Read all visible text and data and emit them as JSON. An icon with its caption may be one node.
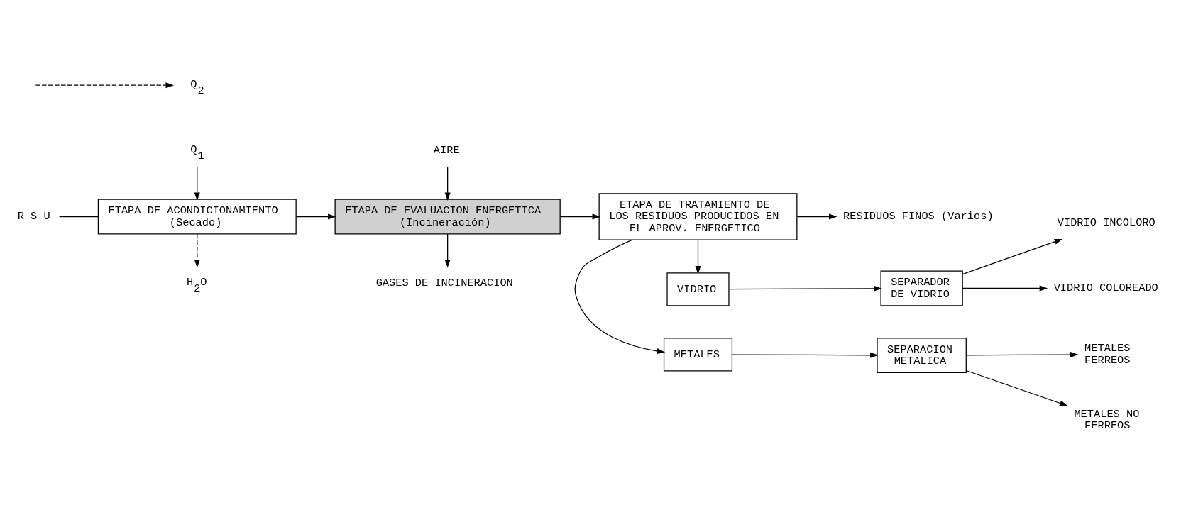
{
  "diagram": {
    "nodes": [
      {
        "text": [
          "R S U"
        ]
      },
      {
        "text": [
          "ETAPA DE ACONDICIONAMIENTO",
          "(Secado)"
        ]
      },
      {
        "text": [
          "Q$_{1}$"
        ]
      },
      {
        "text": [
          "H$_{2}$O"
        ]
      },
      {
        "text": [
          "ETAPA DE EVALUACION ENERGETICA",
          "(Incineración)"
        ]
      },
      {
        "text": [
          "GASES DE INCINERACION"
        ]
      },
      {
        "text": [
          "Q$_{2}$"
        ]
      },
      {
        "text": [
          "AIRE"
        ]
      },
      {
        "text": [
          "ETAPA DE TRATAMIENTO DE LOS RESIDUOS PRODUCIDOS EN EL APROV. ENERGETICO"
        ]
      },
      {
        "text": [
          "RESIDUOS FINOS (Varios)"
        ]
      },
      {
        "text": [
          "METALES"
        ]
      },
      {
        "text": [
          "SEPARACION METALICA"
        ]
      },
      {
        "text": [
          "METALES FERREOS"
        ]
      },
      {
        "text": [
          "METALES NO FERREOS"
        ]
      },
      {
        "text": [
          "VIDRIO"
        ]
      },
      {
        "text": [
          "SEPARADOR DE VIDRIO"
        ]
      },
      {
        "text": [
          "VIDRIO INCOLORO"
        ]
      },
      {
        "text": [
          "VIDRIO COLOREADO"
        ]
      }
    ],
    "edges": [
      {
        "from": 0,
        "to": 1,
        "arrow": "none"
      },
      {
        "from": 1,
        "to": 4,
        "arrow": "to"
      },
      {
        "from": 2,
        "to": 1,
        "arrow": "to"
      },
      {
        "from": 1,
        "to": 3,
        "arrow": "to",
        "style": "dashed"
      },
      {
        "from": 4,
        "to": 5,
        "arrow": "to"
      },
      {
        "from": null,
        "to": 6,
        "arrow": "to",
        "style": "dashed"
      },
      {
        "from": 7,
        "to": 4,
        "arrow": "to"
      },
      {
        "from": 4,
        "to": 8,
        "arrow": "to"
      },
      {
        "from": 8,
        "to": 10,
        "arrow": "to"
      },
      {
        "from": 10,
        "to": 11,
        "arrow": "to"
      },
      {
        "from": 11,
        "to": 12,
        "arrow": "to"
      },
      {
        "from": 11,
        "to": 13,
        "arrow": "to"
      },
      {
        "from": 8,
        "to": 9,
        "arrow": "to"
      },
      {
        "from": 8,
        "to": 14,
        "arrow": "to"
      },
      {
        "from": 14,
        "to": 15,
        "arrow": "to"
      },
      {
        "from": 15,
        "to": 16,
        "arrow": "to"
      },
      {
        "from": 15,
        "to": 17,
        "arrow": "to"
      }
    ]
  }
}
